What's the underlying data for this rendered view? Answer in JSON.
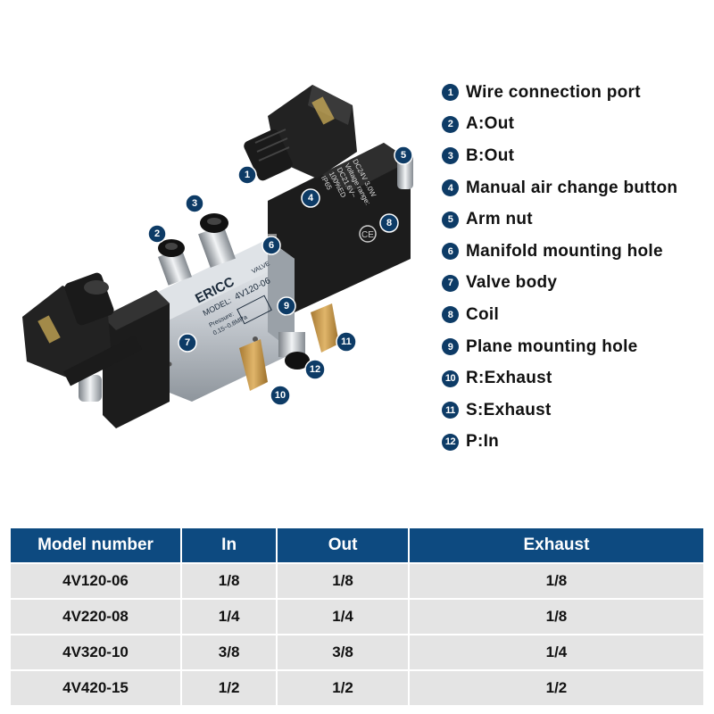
{
  "valve": {
    "brand": "ERICC",
    "model_label": "MODEL:",
    "model_value": "4V120-06",
    "valve_label": "VALVE",
    "pressure_label": "Pressure:",
    "pressure_value": "0.15~0.8MPa",
    "coil_text_1": "DC24V  3.0W",
    "coil_text_2": "Voltage range:",
    "coil_text_3": "DC21.6V~",
    "coil_text_4": "100%ED",
    "coil_text_5": "IP65",
    "ce_mark": "CE"
  },
  "callouts": [
    "1",
    "2",
    "3",
    "4",
    "5",
    "6",
    "7",
    "8",
    "9",
    "10",
    "11",
    "12"
  ],
  "legend": [
    {
      "num": "1",
      "label": "Wire connection port"
    },
    {
      "num": "2",
      "label": "A:Out"
    },
    {
      "num": "3",
      "label": "B:Out"
    },
    {
      "num": "4",
      "label": "Manual air change button"
    },
    {
      "num": "5",
      "label": "Arm nut"
    },
    {
      "num": "6",
      "label": "Manifold mounting hole"
    },
    {
      "num": "7",
      "label": "Valve body"
    },
    {
      "num": "8",
      "label": "Coil"
    },
    {
      "num": "9",
      "label": "Plane mounting hole"
    },
    {
      "num": "10",
      "label": "R:Exhaust"
    },
    {
      "num": "11",
      "label": "S:Exhaust"
    },
    {
      "num": "12",
      "label": "P:In"
    }
  ],
  "spec_table": {
    "headers": [
      "Model number",
      "In",
      "Out",
      "Exhaust"
    ],
    "rows": [
      [
        "4V120-06",
        "1/8",
        "1/8",
        "1/8"
      ],
      [
        "4V220-08",
        "1/4",
        "1/4",
        "1/8"
      ],
      [
        "4V320-10",
        "3/8",
        "3/8",
        "1/4"
      ],
      [
        "4V420-15",
        "1/2",
        "1/2",
        "1/2"
      ]
    ]
  },
  "colors": {
    "navy": "#0d3b66",
    "header_blue": "#0d4a80",
    "row_gray": "#e4e4e4",
    "brass": "#c89a4e",
    "coil_black": "#1b1b1b",
    "body_silver": "#c9ced3"
  }
}
